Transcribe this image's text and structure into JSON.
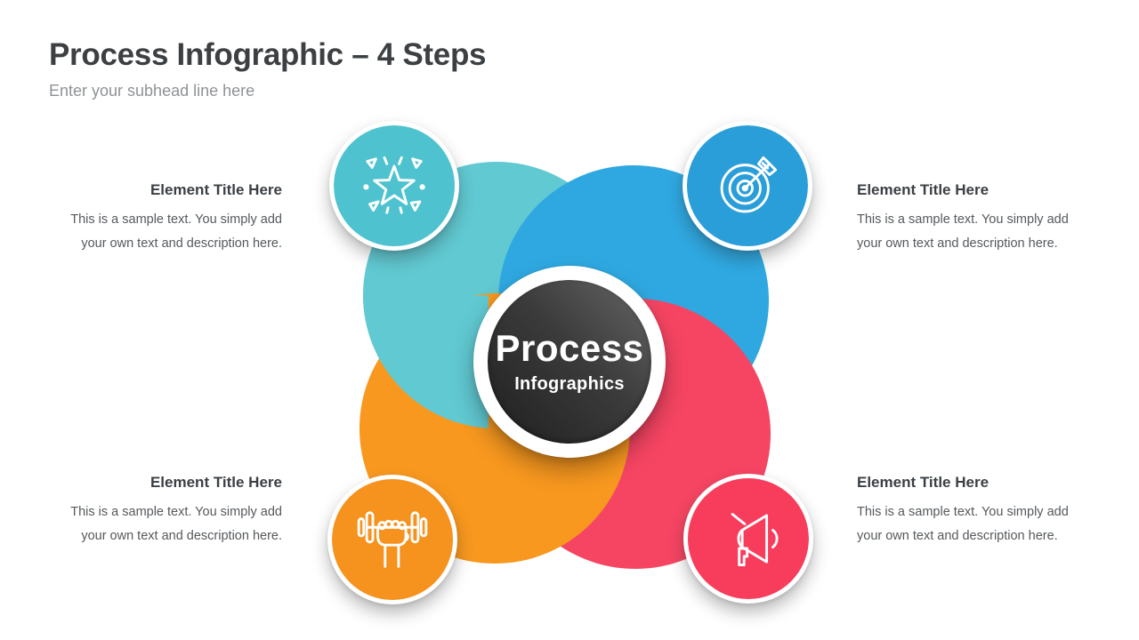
{
  "header": {
    "title": "Process Infographic – 4 Steps",
    "subhead": "Enter your subhead line here"
  },
  "center": {
    "title": "Process",
    "subtitle": "Infographics"
  },
  "steps": [
    {
      "id": "top-left",
      "icon": "star-sparkle-icon",
      "title": "Element Title Here",
      "body_line1": "This is a sample text. You simply add",
      "body_line2": "your own text and description here.",
      "bubble_color": "#4EC3CF",
      "circle_color": "#61C9D2"
    },
    {
      "id": "top-right",
      "icon": "target-arrow-icon",
      "title": "Element Title Here",
      "body_line1": "This is a sample text. You simply add",
      "body_line2": "your own text and description here.",
      "bubble_color": "#2A9ED9",
      "circle_color": "#2FA8E1"
    },
    {
      "id": "bottom-left",
      "icon": "dumbbell-fist-icon",
      "title": "Element Title Here",
      "body_line1": "This is a sample text. You simply add",
      "body_line2": "your own text and description here.",
      "bubble_color": "#F6921E",
      "circle_color": "#F8981F"
    },
    {
      "id": "bottom-right",
      "icon": "megaphone-icon",
      "title": "Element Title Here",
      "body_line1": "This is a sample text. You simply add",
      "body_line2": "your own text and description here.",
      "bubble_color": "#F83D5C",
      "circle_color": "#F64563"
    }
  ],
  "colors": {
    "title_text": "#3C4043",
    "subhead_text": "#8F9295",
    "body_text": "#55595D",
    "center_dark": "#2B2B2B",
    "background": "#FFFFFF"
  }
}
